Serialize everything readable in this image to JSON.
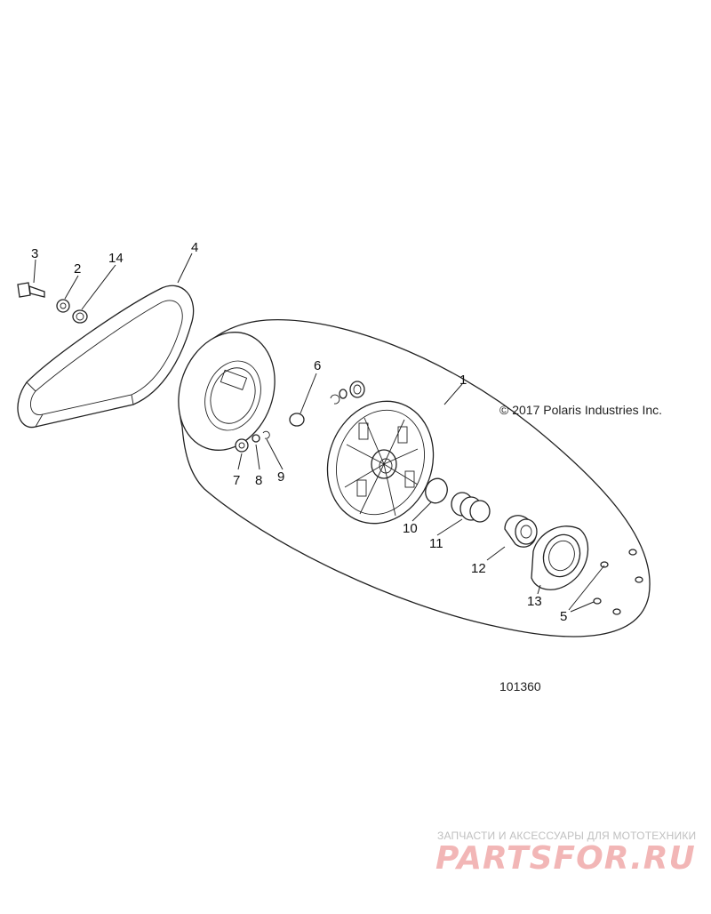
{
  "copyright": "© 2017 Polaris Industries Inc.",
  "figure_number": "101360",
  "watermark": {
    "tagline": "ЗАПЧАСТИ И АКСЕССУАРЫ ДЛЯ МОТОТЕХНИКИ",
    "logo": "PARTSFOR.RU"
  },
  "callouts": {
    "c1": "1",
    "c2": "2",
    "c3": "3",
    "c4": "4",
    "c5": "5",
    "c6": "6",
    "c7": "7",
    "c8": "8",
    "c9": "9",
    "c10": "10",
    "c11": "11",
    "c12": "12",
    "c13": "13",
    "c14": "14"
  }
}
